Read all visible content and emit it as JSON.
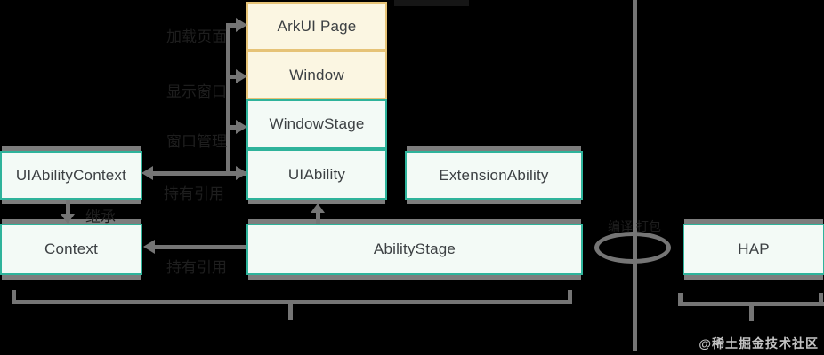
{
  "diagram": {
    "boxes": {
      "arkui_page": {
        "label": "ArkUI Page"
      },
      "window": {
        "label": "Window"
      },
      "windowstage": {
        "label": "WindowStage"
      },
      "uiability": {
        "label": "UIAbility"
      },
      "uiabilitycontext": {
        "label": "UIAbilityContext"
      },
      "extensionability": {
        "label": "ExtensionAbility"
      },
      "context": {
        "label": "Context"
      },
      "abilitystage": {
        "label": "AbilityStage"
      },
      "hap": {
        "label": "HAP"
      }
    },
    "edge_labels": {
      "to_arkui_page": "加载页面",
      "to_window": "显示窗口",
      "to_windowstage": "窗口管理",
      "to_uiabilitycontext": "持有引用",
      "inherit": "继承",
      "to_context": "持有引用",
      "to_hap": "编译 打包"
    },
    "colors": {
      "background": "#000000",
      "teal_border": "#2eb39b",
      "teal_fill": "#f3faf6",
      "yellow_border": "#e6c377",
      "yellow_fill": "#fbf6e2",
      "connector": "#757575",
      "box_shadow": "#7d7d7d",
      "edge_text": "#1e1e1e",
      "box_text": "#3c4043"
    }
  },
  "watermark": "@稀土掘金技术社区"
}
